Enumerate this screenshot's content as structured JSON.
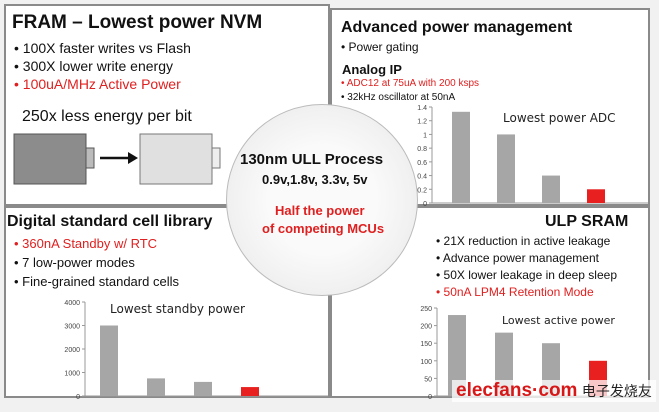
{
  "fram": {
    "title": "FRAM – Lowest power NVM",
    "bullets": [
      "• 100X faster writes vs Flash",
      "• 300X lower write energy",
      "• 100uA/MHz Active Power"
    ],
    "energy": "250x less energy per bit"
  },
  "apm": {
    "title": "Advanced power management",
    "bullet": "• Power gating",
    "analog_title": "Analog IP",
    "analog_bullets": [
      "• ADC12 at 75uA with 200 ksps",
      "• 32kHz oscillator at 50nA"
    ]
  },
  "center": {
    "title": "130nm ULL Process",
    "voltages": "0.9v,1.8v, 3.3v, 5v",
    "claim1": "Half the power",
    "claim2": "of competing MCUs"
  },
  "dscl": {
    "title": "Digital standard cell library",
    "bullets": [
      "• 360nA Standby w/ RTC",
      "• 7 low-power modes",
      "• Fine-grained standard cells"
    ]
  },
  "sram": {
    "title": "ULP SRAM",
    "bullets": [
      "• 21X reduction in active leakage",
      "• Advance power management",
      "• 50X lower leakage in deep sleep",
      "• 50nA LPM4 Retention Mode"
    ]
  },
  "watermark": {
    "text": "elecfans·com",
    "cn": "电子发烧友"
  },
  "colors": {
    "red": "#e82020",
    "gray": "#a6a6a6"
  },
  "chart_data": [
    {
      "type": "bar",
      "title": "Lowest power ADC",
      "ylim": [
        0,
        1.4
      ],
      "ticks": [
        "0",
        "0.2",
        "0.4",
        "0.6",
        "0.8",
        "1",
        "1.2",
        "1.4"
      ],
      "values": [
        1.33,
        1.0,
        0.4,
        0.2
      ],
      "highlight": 3
    },
    {
      "type": "bar",
      "title": "Lowest standby power",
      "ylim": [
        0,
        4000
      ],
      "ticks": [
        "0",
        "1000",
        "2000",
        "3000",
        "4000"
      ],
      "values": [
        3000,
        750,
        600,
        380
      ],
      "highlight": 3
    },
    {
      "type": "bar",
      "title": "Lowest active power",
      "ylim": [
        0,
        250
      ],
      "ticks": [
        "0",
        "50",
        "100",
        "150",
        "200",
        "250"
      ],
      "values": [
        230,
        180,
        150,
        100
      ],
      "highlight": 3
    }
  ]
}
